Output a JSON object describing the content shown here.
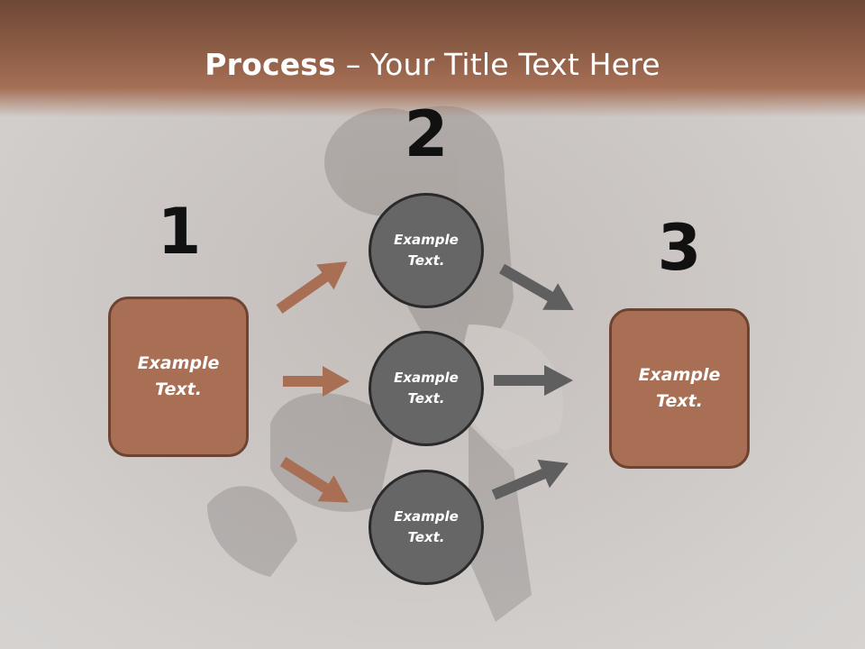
{
  "title": {
    "bold": "Process",
    "separator": " – ",
    "rest": "Your Title Text Here"
  },
  "steps": [
    {
      "number": "1",
      "label": "Example\nText."
    },
    {
      "number": "2"
    },
    {
      "number": "3",
      "label": "Example\nText."
    }
  ],
  "circles": [
    {
      "label": "Example\nText."
    },
    {
      "label": "Example\nText."
    },
    {
      "label": "Example\nText."
    }
  ],
  "colors": {
    "accent_brown": "#a86f55",
    "box_border": "#6e4332",
    "circle_fill": "#666666",
    "arrow_left": "#a86f55",
    "arrow_right": "#5f5f5f"
  }
}
